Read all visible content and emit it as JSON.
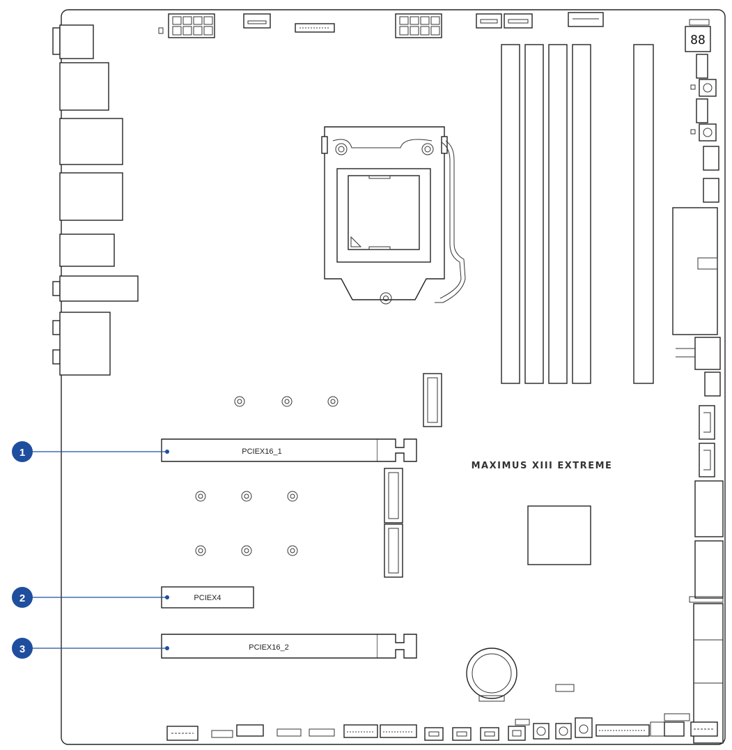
{
  "board": {
    "model": "MAXIMUS XIII EXTREME",
    "debug_display": "88"
  },
  "slots": [
    {
      "callout": "1",
      "label": "PCIEX16_1"
    },
    {
      "callout": "2",
      "label": "PCIEX4"
    },
    {
      "callout": "3",
      "label": "PCIEX16_2"
    }
  ],
  "colors": {
    "callout_fill": "#1f4e9e",
    "leader_line": "#1f4e9e",
    "outline": "#222222"
  }
}
